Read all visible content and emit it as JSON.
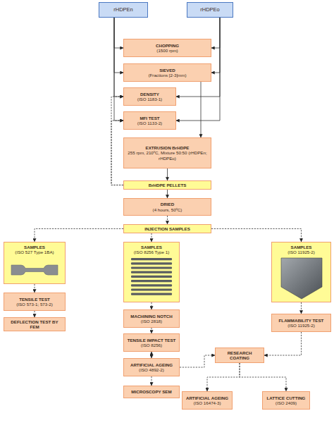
{
  "diagram": {
    "nodes": [
      {
        "text": [
          "rHDPEn"
        ]
      },
      {
        "text": [
          "rHDPEo"
        ]
      },
      {
        "text": [
          "CHOPPING",
          "(1500 rpm)"
        ]
      },
      {
        "text": [
          "SIEVED",
          "(Fractions [2-3]mm)"
        ]
      },
      {
        "text": [
          "DENSITY",
          "(ISO 1183-1)"
        ]
      },
      {
        "text": [
          "MFI TEST",
          "(ISO 1133-2)"
        ]
      },
      {
        "text": [
          "EXTRUSION BrHDPE",
          "255 rpm, 210ºC, Mixture 50:50 (rHDPEn; rHDPEo)"
        ]
      },
      {
        "text": [
          "BrHDPE PELLETS"
        ]
      },
      {
        "text": [
          "DRIED",
          "(4 hours, 50ºC)"
        ]
      },
      {
        "text": [
          "INJECTION SAMPLES"
        ]
      },
      {
        "text": [
          "SAMPLES",
          "(ISO 527 Type 1BA)"
        ]
      },
      {
        "text": [
          "SAMPLES",
          "(ISO 8256 Type 1)"
        ]
      },
      {
        "text": [
          "SAMPLES",
          "(ISO 11925-2)"
        ]
      },
      {
        "text": [
          "TENSILE TEST",
          "(ISO 573-1; 573-2)"
        ]
      },
      {
        "text": [
          "DEFLECTION TEST BY FEM"
        ]
      },
      {
        "text": [
          "MACHINING NOTCH",
          "(ISO 2818)"
        ]
      },
      {
        "text": [
          "TENSILE IMPACT TEST",
          "(ISO 8256)"
        ]
      },
      {
        "text": [
          "FLAMMABILITY TEST",
          "(ISO 11925-2)"
        ]
      },
      {
        "text": [
          "ARTIFICIAL AGEING",
          "(ISO 4892-2)"
        ]
      },
      {
        "text": [
          "RESEARCH COATING"
        ]
      },
      {
        "text": [
          "MICROSCOPY SEM"
        ]
      },
      {
        "text": [
          "ARTIFICIAL AGEING",
          "(ISO 16474-3)"
        ]
      },
      {
        "text": [
          "LATTICE CUTTING",
          "(ISO 2409)"
        ]
      }
    ],
    "edges": [
      {
        "from": 0,
        "to": 2,
        "arrow": "to"
      },
      {
        "from": 0,
        "to": 3,
        "arrow": "to"
      },
      {
        "from": 0,
        "to": 4,
        "arrow": "to"
      },
      {
        "from": 0,
        "to": 5,
        "arrow": "to"
      },
      {
        "from": 1,
        "to": 2,
        "arrow": "to"
      },
      {
        "from": 1,
        "to": 3,
        "arrow": "to"
      },
      {
        "from": 1,
        "to": 4,
        "arrow": "to"
      },
      {
        "from": 1,
        "to": 5,
        "arrow": "to"
      },
      {
        "from": 3,
        "to": 6,
        "arrow": "to"
      },
      {
        "from": 6,
        "to": 7,
        "arrow": "to"
      },
      {
        "from": 7,
        "to": 4,
        "arrow": "to"
      },
      {
        "from": 7,
        "to": 5,
        "arrow": "to"
      },
      {
        "from": 7,
        "to": 8,
        "arrow": "to"
      },
      {
        "from": 8,
        "to": 9,
        "arrow": "to"
      },
      {
        "from": 9,
        "to": 10,
        "arrow": "to"
      },
      {
        "from": 9,
        "to": 11,
        "arrow": "to"
      },
      {
        "from": 9,
        "to": 12,
        "arrow": "to"
      },
      {
        "from": 10,
        "to": 13,
        "arrow": "to"
      },
      {
        "from": 13,
        "to": 14,
        "arrow": "to"
      },
      {
        "from": 11,
        "to": 15,
        "arrow": "to"
      },
      {
        "from": 15,
        "to": 16,
        "arrow": "to"
      },
      {
        "from": 16,
        "to": 18,
        "arrow": "both"
      },
      {
        "from": 18,
        "to": 20,
        "arrow": "to"
      },
      {
        "from": 12,
        "to": 17,
        "arrow": "to"
      },
      {
        "from": 17,
        "to": 19,
        "arrow": "to"
      },
      {
        "from": 18,
        "to": 19,
        "arrow": "to"
      },
      {
        "from": 19,
        "to": 21,
        "arrow": "to"
      },
      {
        "from": 19,
        "to": 22,
        "arrow": "to"
      }
    ]
  }
}
